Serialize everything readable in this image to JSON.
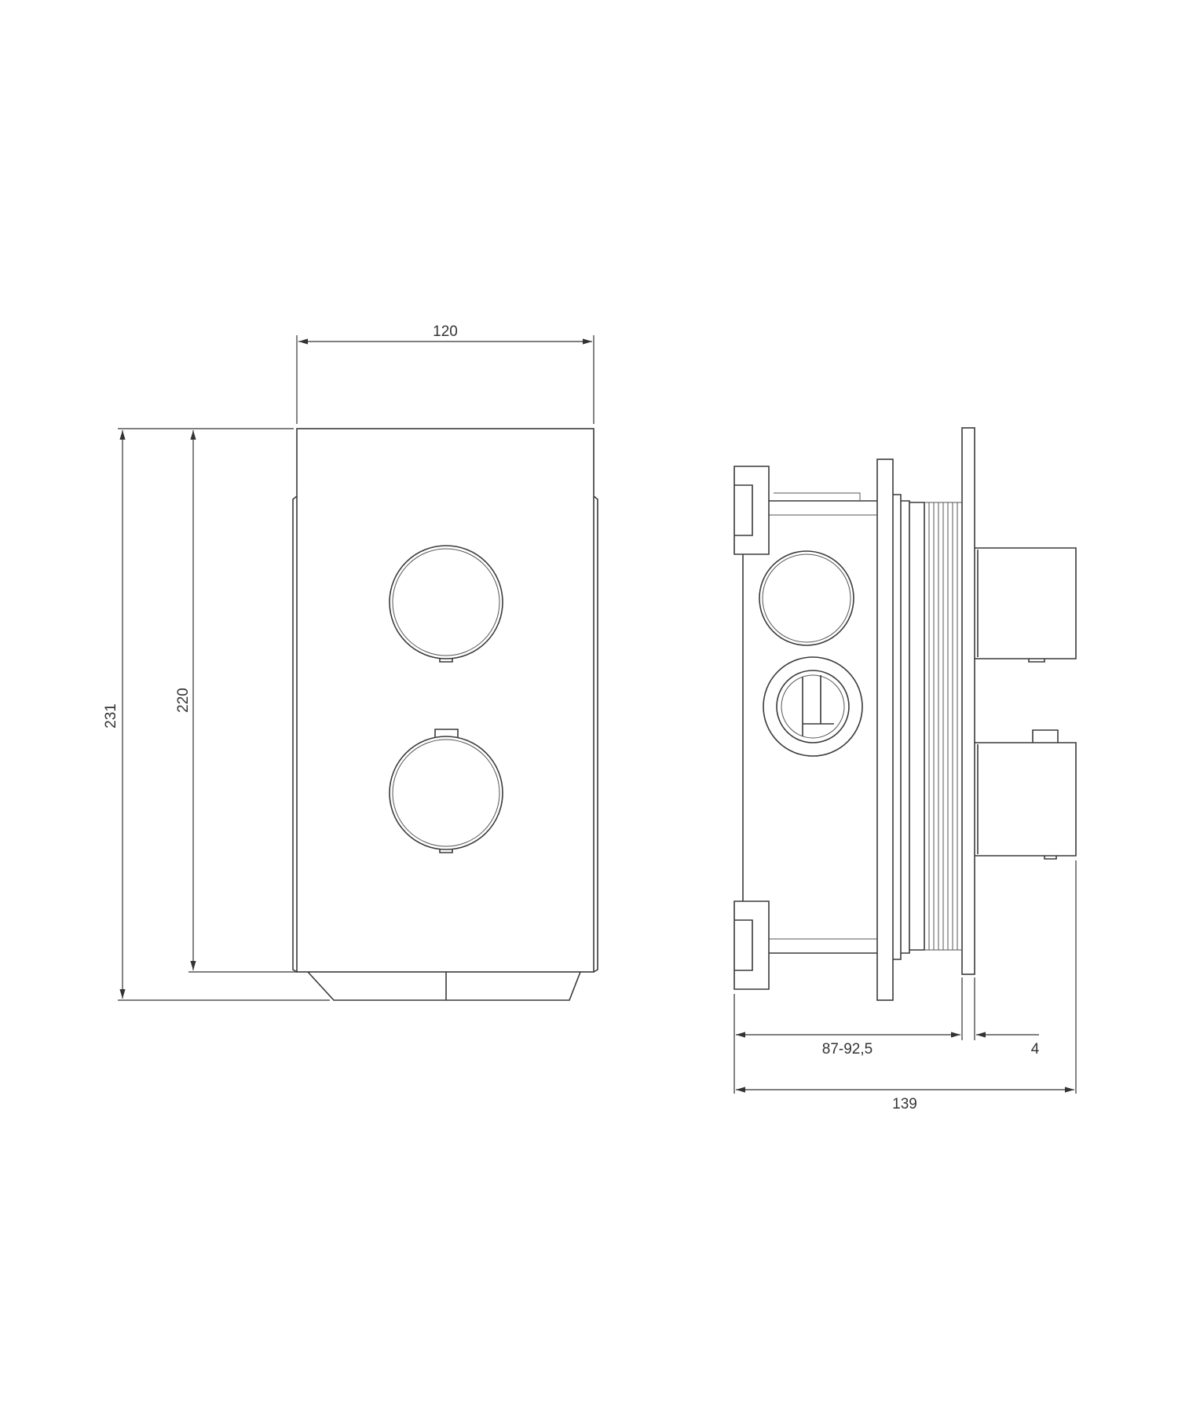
{
  "drawing": {
    "front_view": {
      "width_label": "120",
      "total_height_label": "231",
      "plate_height_label": "220"
    },
    "side_view": {
      "box_depth_label": "87-92,5",
      "plate_thickness_label": "4",
      "total_depth_label": "139"
    },
    "line_color": "#3a3a3a"
  }
}
